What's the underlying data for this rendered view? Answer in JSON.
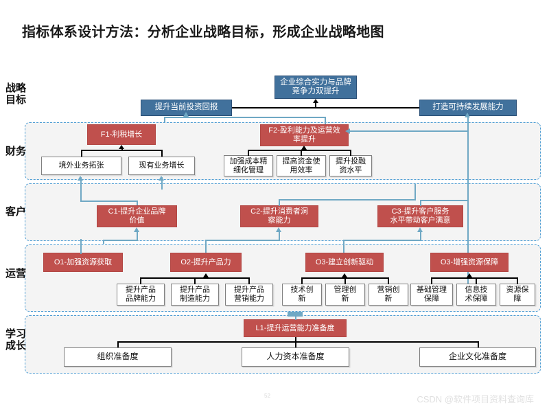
{
  "slide": {
    "title": "指标体系设计方法：分析企业战略目标，形成企业战略地图",
    "page_number": "52",
    "watermark": "CSDN @软件项目资料查询库"
  },
  "colors": {
    "blue_box": "#41719c",
    "red_box": "#c0504d",
    "band_border": "#4f9ed4",
    "band_fill": "#f4f4f4",
    "blue_arrow": "#6fa8c4",
    "black_connector": "#000000",
    "white_box_border": "#808080"
  },
  "row_labels": [
    {
      "id": "strategy",
      "label": "战略\n目标"
    },
    {
      "id": "finance",
      "label": "财务"
    },
    {
      "id": "customer",
      "label": "客户"
    },
    {
      "id": "operations",
      "label": "运营"
    },
    {
      "id": "learning",
      "label": "学习\n成长"
    }
  ],
  "strategy": {
    "apex": "企业综合实力与品牌\n竞争力双提升",
    "left": "提升当前投资回报",
    "right": "打造可持续发展能力"
  },
  "finance": {
    "objectives": [
      {
        "code": "F1",
        "label": "F1-利税增长"
      },
      {
        "code": "F2",
        "label": "F2-盈利能力及运营效\n率提升"
      }
    ],
    "initiatives_f1": [
      "境外业务拓张",
      "现有业务增长"
    ],
    "initiatives_f2": [
      "加强成本精\n细化管理",
      "提高资金使\n用效率",
      "提升投融\n资水平"
    ]
  },
  "customer": {
    "objectives": [
      {
        "code": "C1",
        "label": "C1-提升企业品牌\n价值"
      },
      {
        "code": "C2",
        "label": "C2-提升消费者洞\n察能力"
      },
      {
        "code": "C3",
        "label": "C3-提升客户服务\n水平带动客户满意"
      }
    ]
  },
  "operations": {
    "objectives": [
      {
        "code": "O1",
        "label": "O1-加强资源获取"
      },
      {
        "code": "O2",
        "label": "O2-提升产品力"
      },
      {
        "code": "O3",
        "label": "O3-建立创新驱动"
      },
      {
        "code": "O3b",
        "label": "O3-增强资源保障"
      }
    ],
    "initiatives_o2": [
      "提升产品\n品牌能力",
      "提升产品\n制造能力",
      "提升产品\n营销能力"
    ],
    "initiatives_o3": [
      "技术创\n新",
      "管理创\n新",
      "营销创\n新"
    ],
    "initiatives_o3b": [
      "基础管理\n保障",
      "信息技\n术保障",
      "资源保\n障"
    ]
  },
  "learning": {
    "objective": {
      "code": "L1",
      "label": "L1-提升运营能力准备度"
    },
    "initiatives": [
      "组织准备度",
      "人力资本准备度",
      "企业文化准备度"
    ]
  }
}
